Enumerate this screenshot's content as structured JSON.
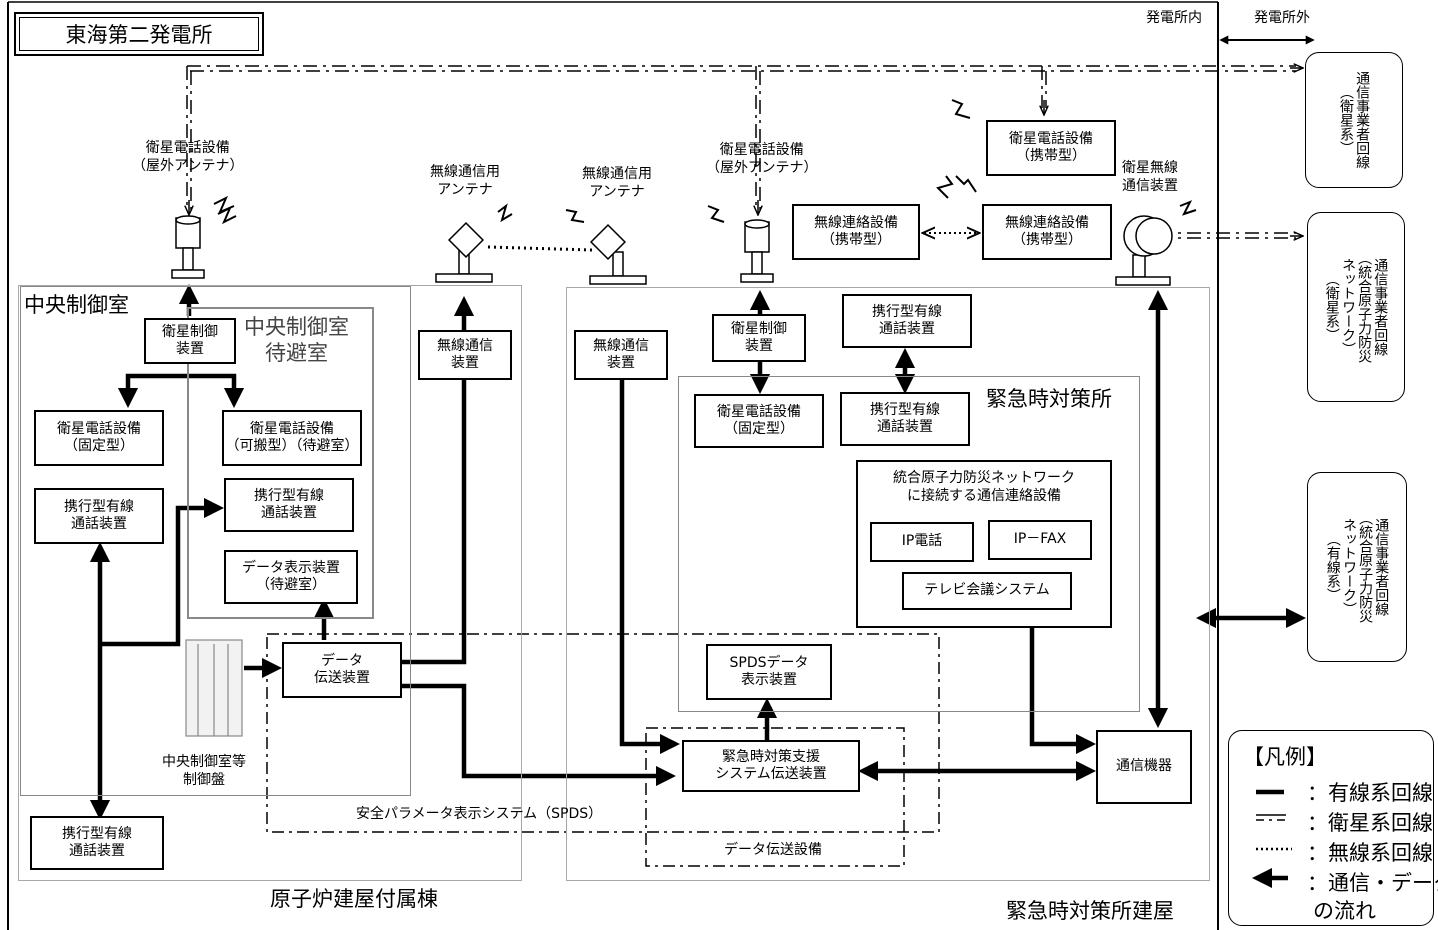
{
  "title": "東海第二発電所",
  "boundary": {
    "inside": "発電所内",
    "outside": "発電所外"
  },
  "buildings": {
    "reactor": "原子炉建屋付属棟",
    "emergency": "緊急時対策所建屋"
  },
  "rooms": {
    "central_control": "中央制御室",
    "central_refuge": "中央制御室\n待避室",
    "emergency_center": "緊急時対策所"
  },
  "antennas": {
    "sat_outdoor_left": "衛星電話設備\n（屋外アンテナ）",
    "radio_left": "無線通信用\nアンテナ",
    "radio_right": "無線通信用\nアンテナ",
    "sat_outdoor_right": "衛星電話設備\n（屋外アンテナ）",
    "sat_radio": "衛星無線\n通信装置"
  },
  "devices": {
    "sat_ctrl_left": "衛星制御\n装置",
    "sat_fixed_left": "衛星電話設備\n（固定型）",
    "sat_portable_refuge": "衛星電話設備\n（可搬型）（待避室）",
    "wired_cc": "携行型有線\n通話装置",
    "wired_refuge": "携行型有線\n通話装置",
    "data_display_refuge": "データ表示装置\n（待避室）",
    "wired_bottom": "携行型有線\n通話装置",
    "data_transfer": "データ\n伝送装置",
    "panel_label": "中央制御室等\n制御盤",
    "radio_dev_left": "無線通信\n装置",
    "radio_dev_right": "無線通信\n装置",
    "sat_ctrl_right": "衛星制御\n装置",
    "sat_fixed_right": "衛星電話設備\n（固定型）",
    "wired_ec_top": "携行型有線\n通話装置",
    "wired_ec": "携行型有線\n通話装置",
    "sat_portable": "衛星電話設備\n（携帯型）",
    "radio_link_left": "無線連絡設備\n（携帯型）",
    "radio_link_right": "無線連絡設備\n（携帯型）",
    "network_group": "統合原子力防災ネットワーク\nに接続する通信連絡設備",
    "ip_phone": "IP電話",
    "ip_fax": "IP－FAX",
    "tv_conf": "テレビ会議システム",
    "spds_display": "SPDSデータ\n表示装置",
    "ert_transfer": "緊急時対策支援\nシステム伝送装置",
    "comm_equipment": "通信機器"
  },
  "systems": {
    "spds": "安全パラメータ表示システム（SPDS）",
    "data_transfer_equipment": "データ伝送設備"
  },
  "external": {
    "carrier_sat": "通信事業者回線\n（衛星系）",
    "carrier_net_sat": "通信事業者回線\n（統合原子力防災\nネットワーク）\n（衛星系）",
    "carrier_net_wired": "通信事業者回線\n（統合原子力防災\nネットワーク）\n（有線系）"
  },
  "legend": {
    "title": "【凡例】",
    "wired": "：有線系回線",
    "satellite": "：衛星系回線",
    "radio": "：無線系回線",
    "flow_1": "：通信・データ",
    "flow_2": "の流れ"
  }
}
